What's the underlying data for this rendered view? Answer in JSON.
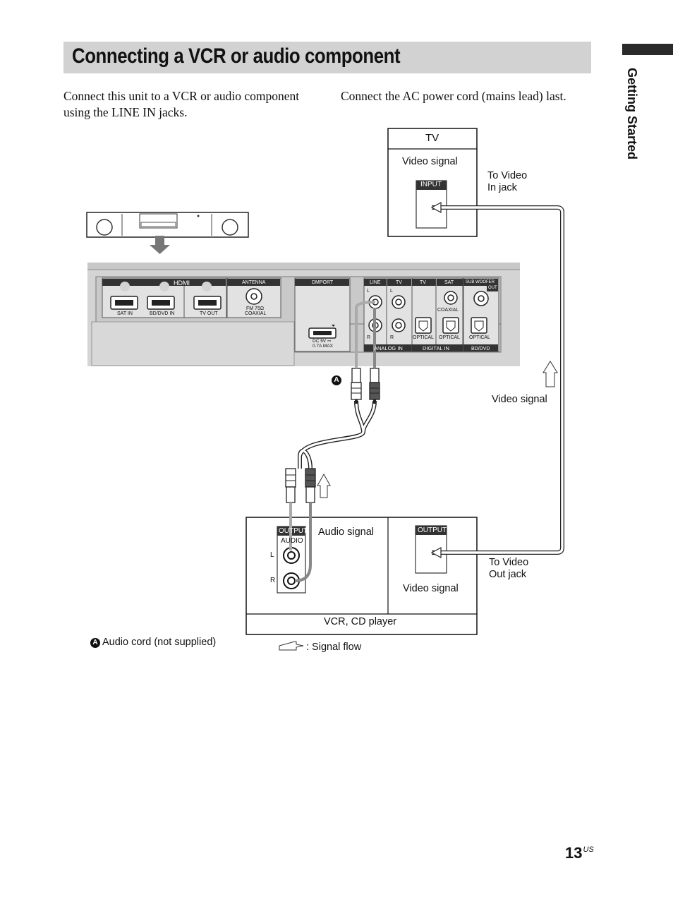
{
  "header": {
    "title": "Connecting a VCR or audio component",
    "side_label": "Getting Started"
  },
  "intro": {
    "left": "Connect this unit to a VCR or audio component using the LINE IN jacks.",
    "right": "Connect the AC power cord (mains lead) last."
  },
  "tv": {
    "name": "TV",
    "signal": "Video signal",
    "port_label": "INPUT",
    "jack_label_line1": "To Video",
    "jack_label_line2": "In jack"
  },
  "unit_panel": {
    "hdmi": "HDMI",
    "sat_in": "SAT IN",
    "bd_dvd_in": "BD/DVD IN",
    "tv_out": "TV OUT",
    "antenna": "ANTENNA",
    "fm": "FM 75Ω",
    "coaxial": "COAXIAL",
    "dmport": "DMPORT",
    "dc1": "DC 5V ⎓",
    "dc2": "0.7A MAX",
    "line": "LINE",
    "tv1": "TV",
    "tv2": "TV",
    "sat": "SAT",
    "subwoofer": "SUB WOOFER",
    "out": "OUT",
    "l1": "L",
    "l2": "L",
    "r1": "R",
    "r2": "R",
    "coaxial2": "COAXIAL",
    "optical1": "OPTICAL",
    "optical2": "OPTICAL",
    "optical3": "OPTICAL",
    "analog_in": "ANALOG IN",
    "digital_in": "DIGITAL IN",
    "bd_dvd": "BD/DVD"
  },
  "video_signal_mid": "Video signal",
  "cord_marker": "A",
  "vcr": {
    "audio_port_label": "OUTPUT",
    "audio_sub_label": "AUDIO",
    "jack_l": "L",
    "jack_r": "R",
    "audio_signal": "Audio signal",
    "video_port_label": "OUTPUT",
    "video_signal": "Video signal",
    "name": "VCR, CD player",
    "jack_label_line1": "To Video",
    "jack_label_line2": "Out jack"
  },
  "legend": {
    "cord_marker": "A",
    "cord_text": "Audio cord (not supplied)",
    "signal_flow": ": Signal flow"
  },
  "page": {
    "number": "13",
    "suffix": "US"
  }
}
